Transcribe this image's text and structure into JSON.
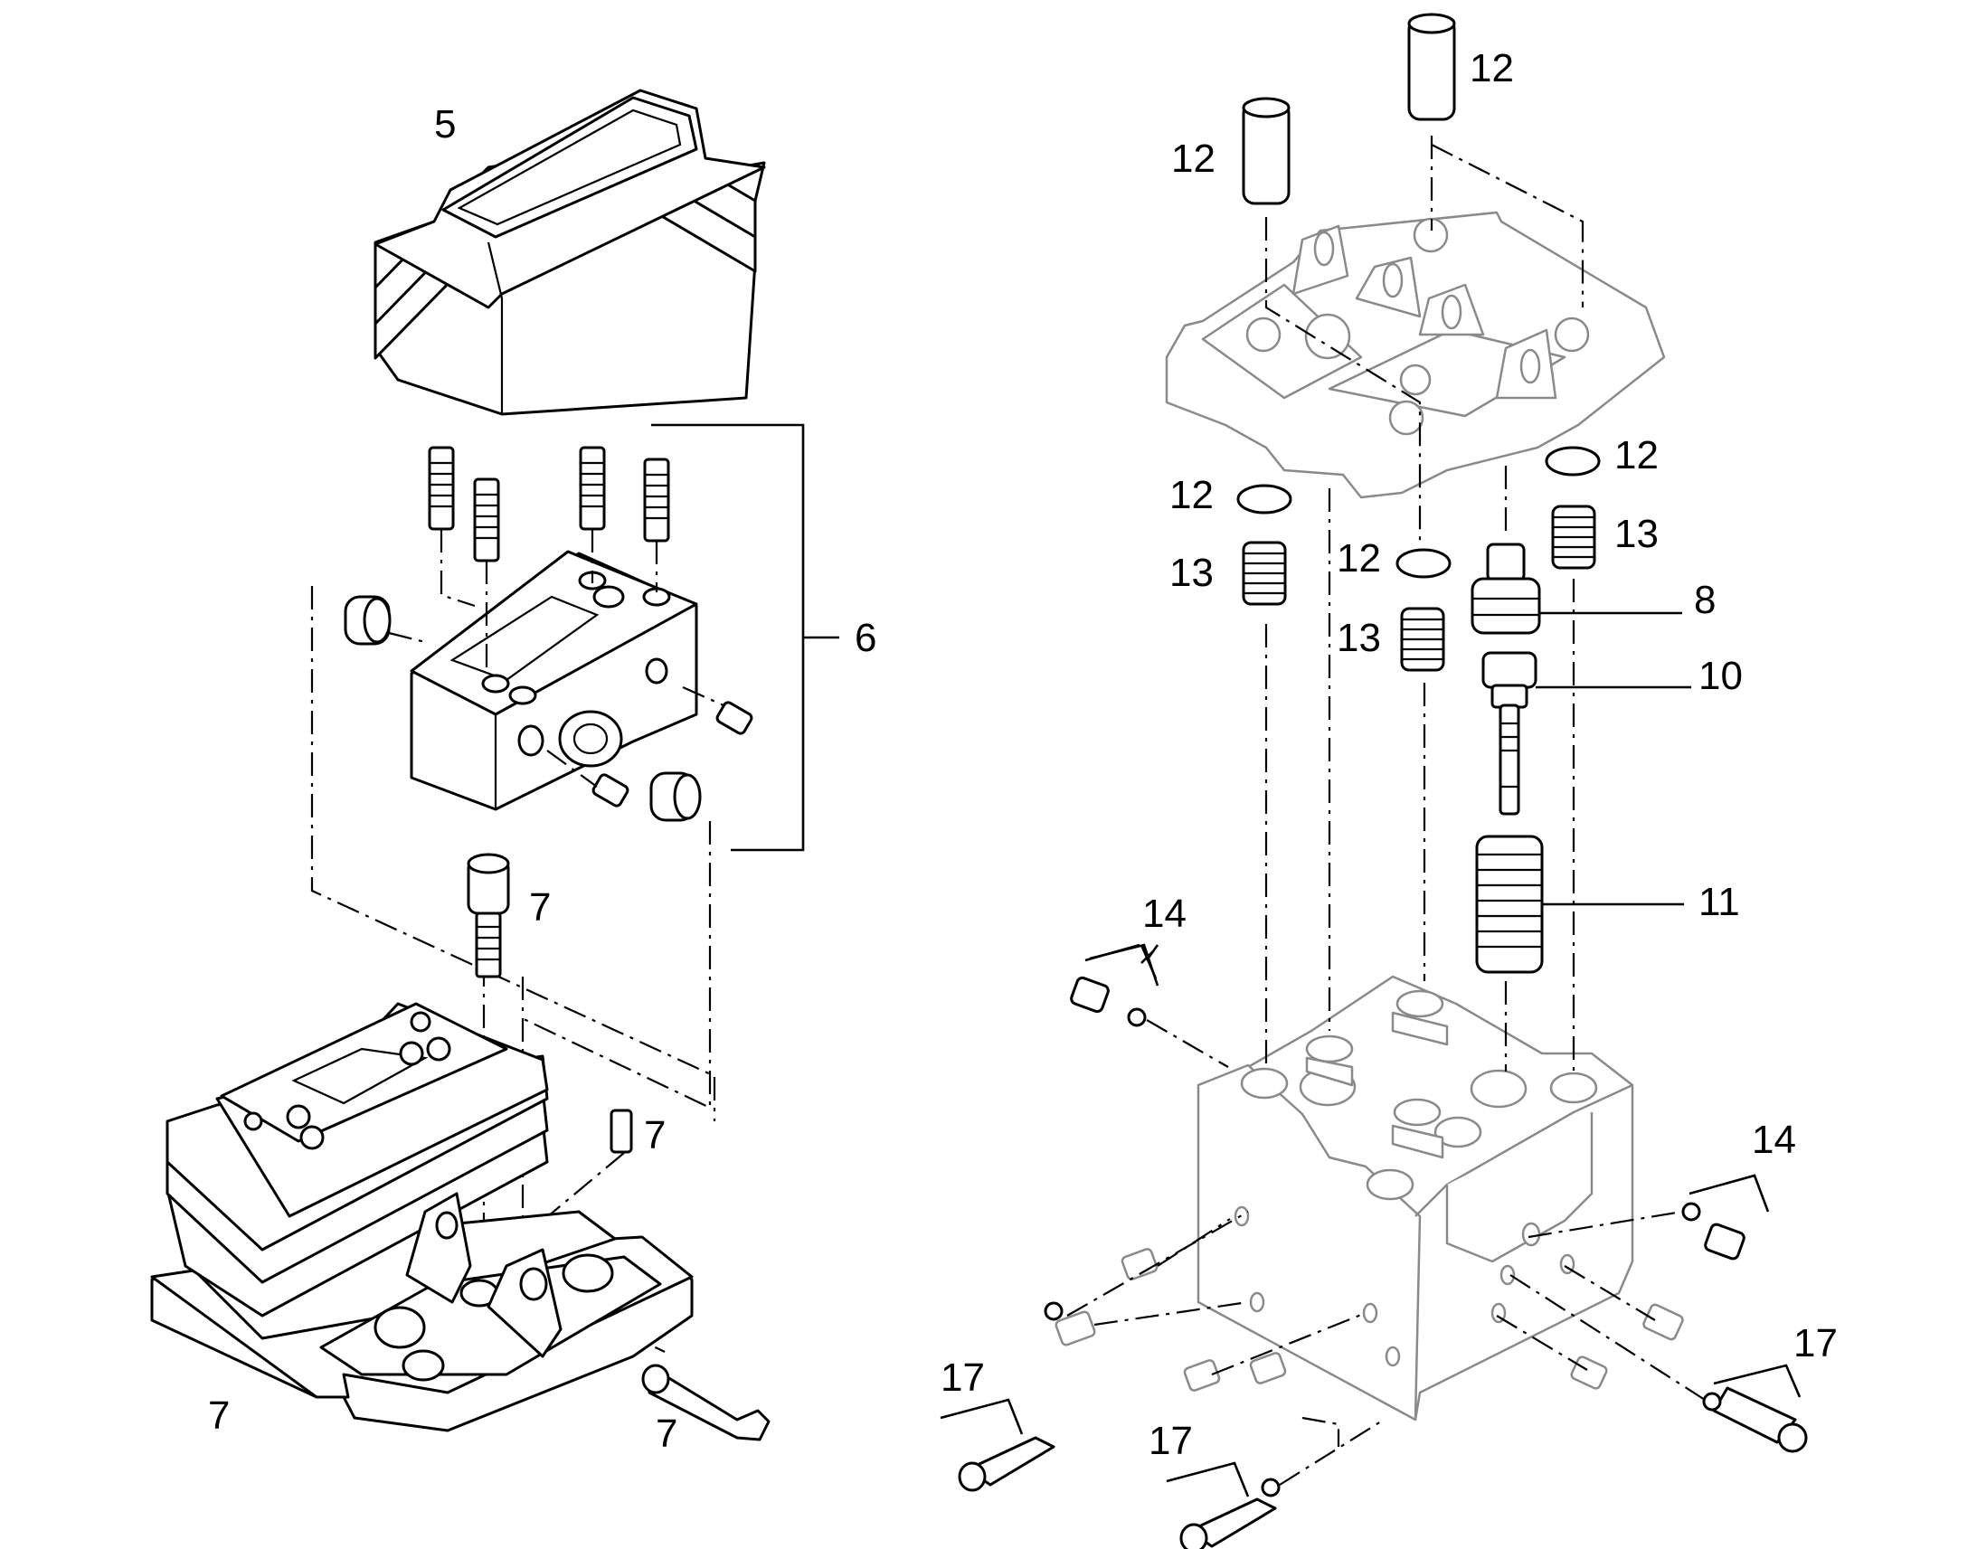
{
  "callouts": {
    "c5": "5",
    "c6": "6",
    "c7_bolt": "7",
    "c7_setscrew": "7",
    "c7_base": "7",
    "c7_pin": "7",
    "c12_top_right": "12",
    "c12_top_left": "12",
    "c12_ring_right": "12",
    "c12_ring_left": "12",
    "c12_ring_mid": "12",
    "c13_right": "13",
    "c13_left": "13",
    "c13_mid": "13",
    "c8": "8",
    "c10": "10",
    "c11": "11",
    "c14_left": "14",
    "c14_right": "14",
    "c17_left": "17",
    "c17_mid": "17",
    "c17_right": "17"
  }
}
